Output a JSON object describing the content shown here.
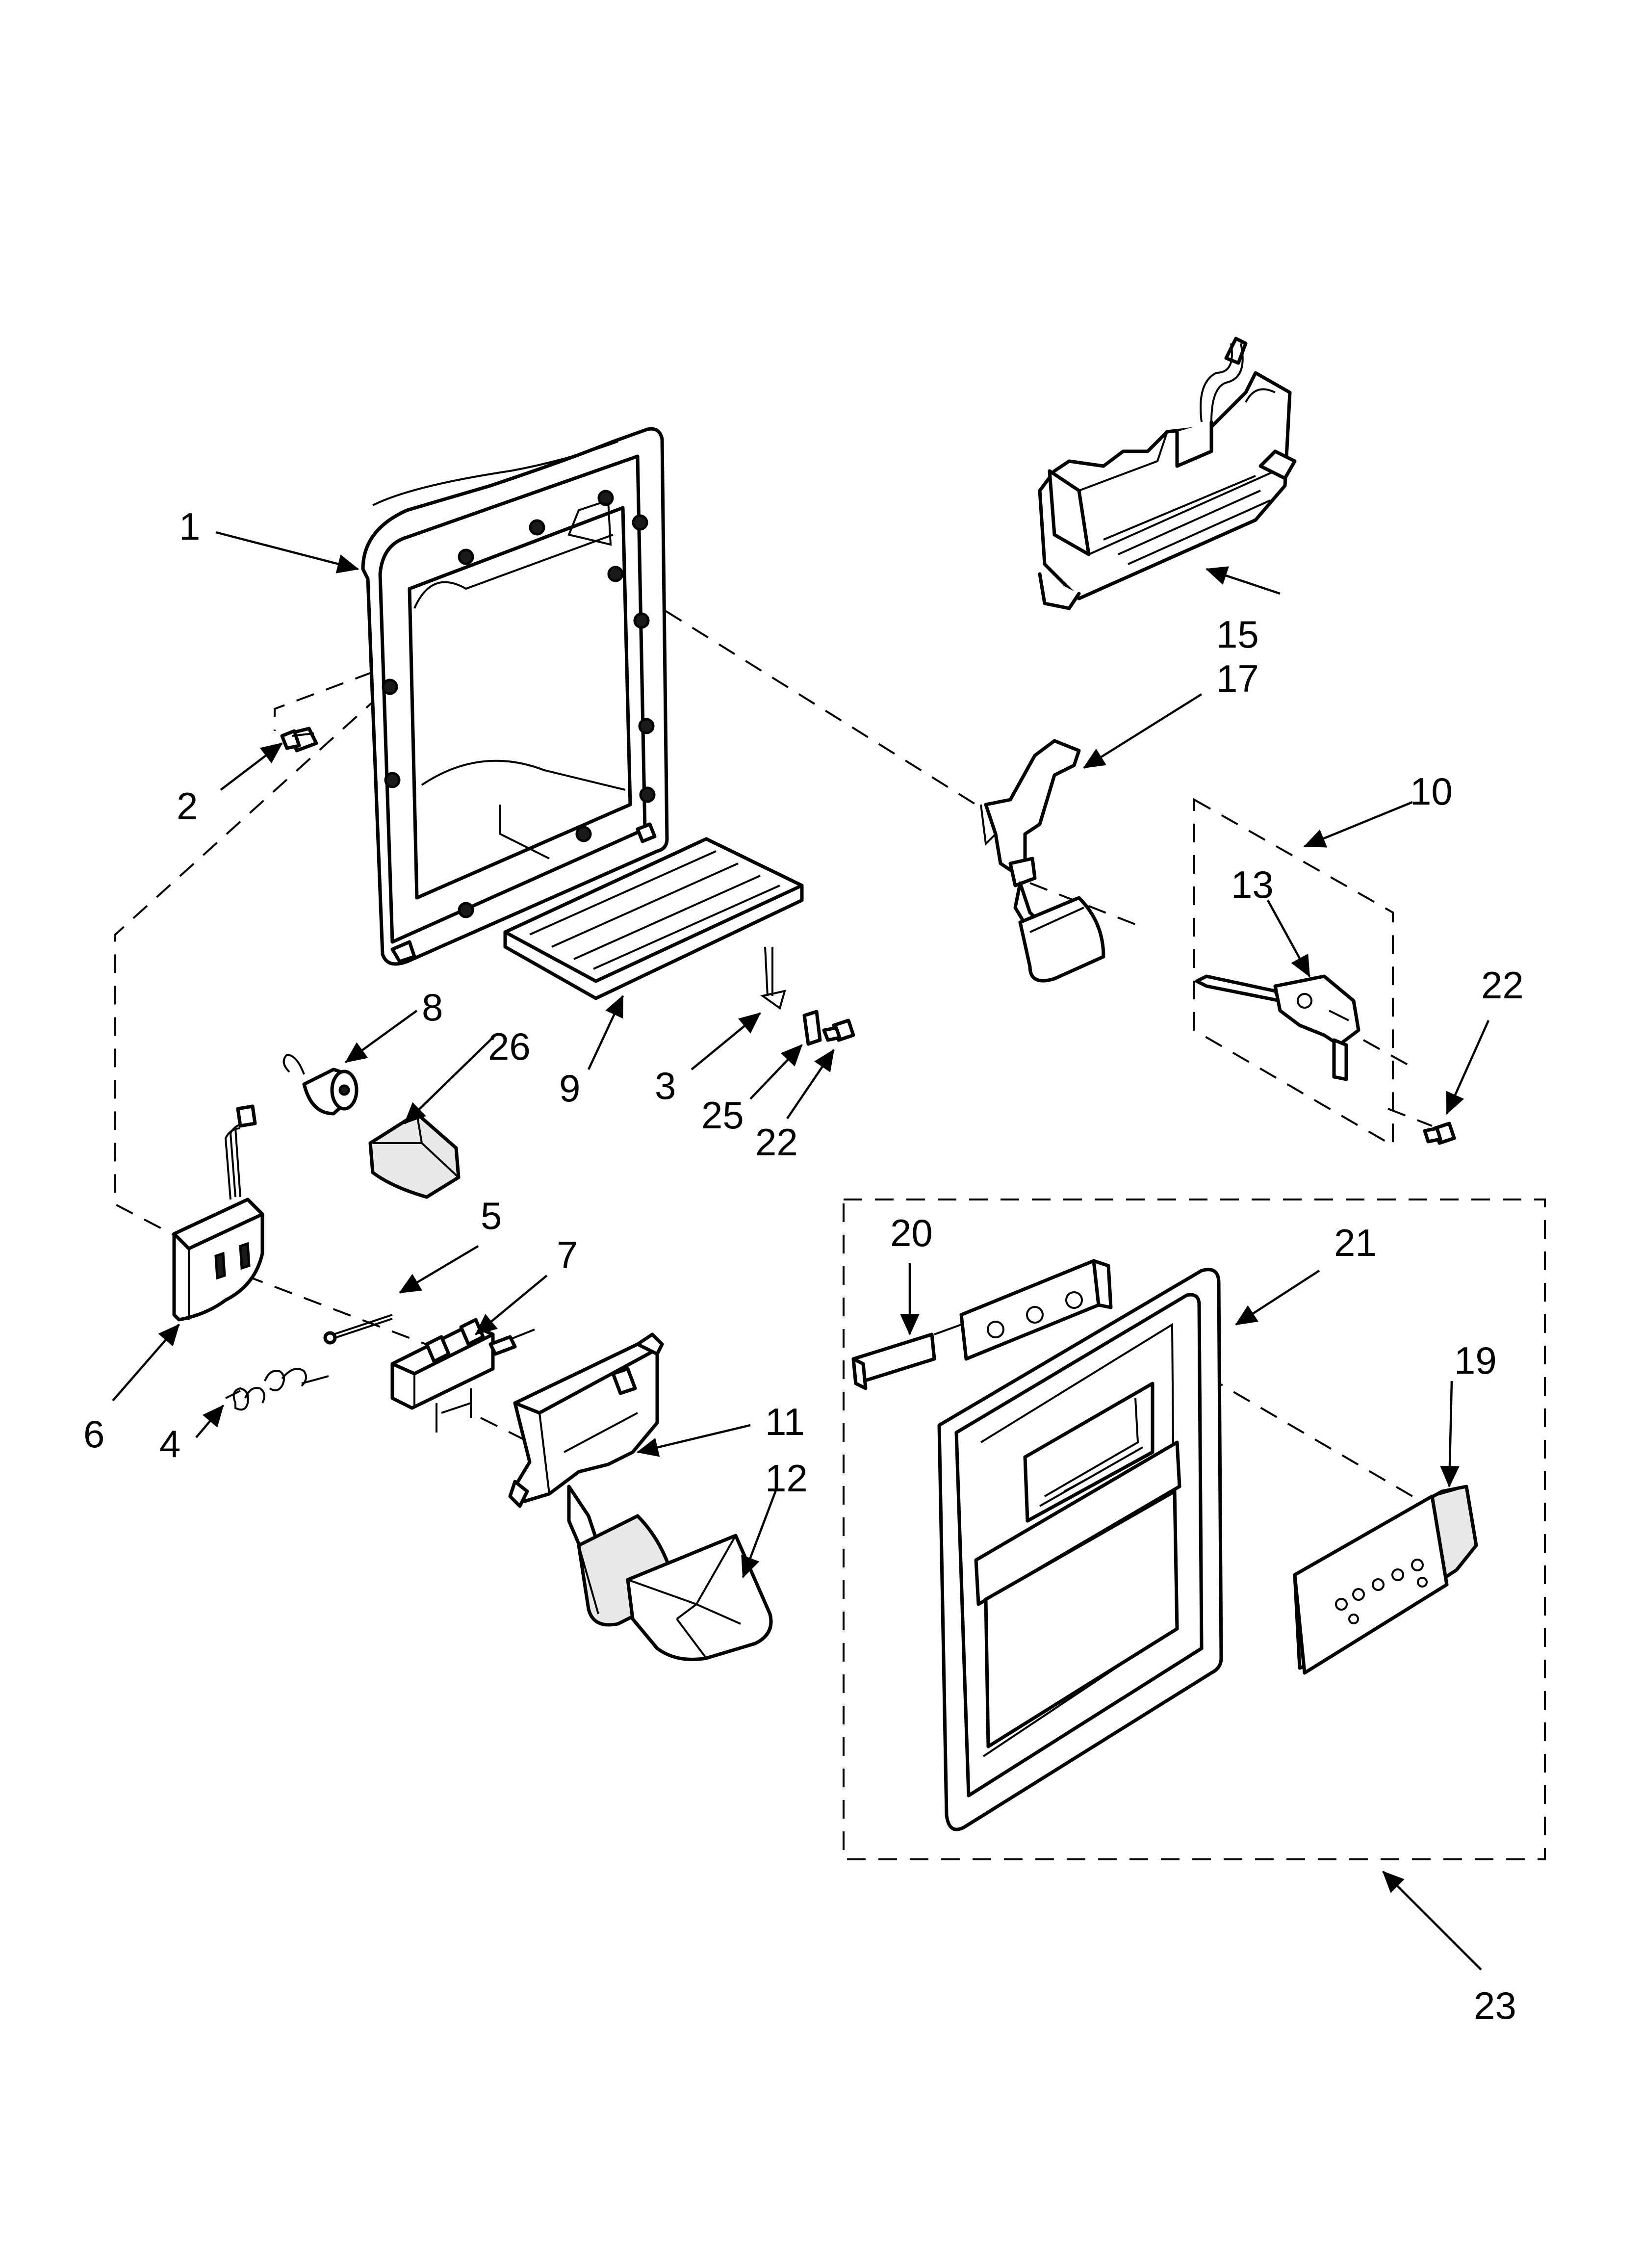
{
  "callouts": [
    {
      "id": "c1",
      "label": "1"
    },
    {
      "id": "c2",
      "label": "2"
    },
    {
      "id": "c3",
      "label": "3"
    },
    {
      "id": "c4",
      "label": "4"
    },
    {
      "id": "c5",
      "label": "5"
    },
    {
      "id": "c6",
      "label": "6"
    },
    {
      "id": "c7",
      "label": "7"
    },
    {
      "id": "c8",
      "label": "8"
    },
    {
      "id": "c9",
      "label": "9"
    },
    {
      "id": "c10",
      "label": "10"
    },
    {
      "id": "c11",
      "label": "11"
    },
    {
      "id": "c12",
      "label": "12"
    },
    {
      "id": "c13",
      "label": "13"
    },
    {
      "id": "c15",
      "label": "15"
    },
    {
      "id": "c17",
      "label": "17"
    },
    {
      "id": "c19",
      "label": "19"
    },
    {
      "id": "c20",
      "label": "20"
    },
    {
      "id": "c21",
      "label": "21"
    },
    {
      "id": "c22a",
      "label": "22"
    },
    {
      "id": "c22b",
      "label": "22"
    },
    {
      "id": "c23",
      "label": "23"
    },
    {
      "id": "c25",
      "label": "25"
    },
    {
      "id": "c26",
      "label": "26"
    }
  ]
}
